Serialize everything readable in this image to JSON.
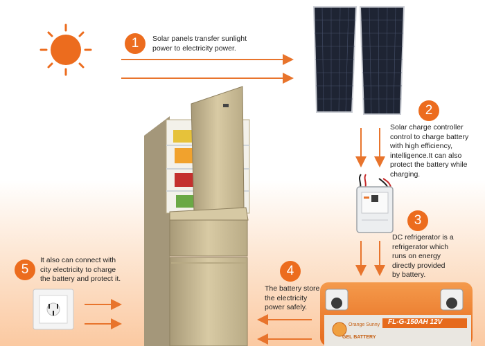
{
  "colors": {
    "accent": "#ec6c1e",
    "arrow": "#e8742c",
    "background_bottom": "#fbc9a1"
  },
  "steps": [
    {
      "number": "1",
      "text": "Solar panels transfer sunlight\npower to electricity power."
    },
    {
      "number": "2",
      "text": "Solar charge controller\ncontrol to charge battery\nwith high efficiency,\nintelligence.It can also\nprotect the battery while\ncharging."
    },
    {
      "number": "3",
      "text": "DC refrigerator is a\nrefrigerator which\nruns on energy\ndirectly provided\nby battery."
    },
    {
      "number": "4",
      "text": "The battery store\nthe electricity\npower safely."
    },
    {
      "number": "5",
      "text": "It also can connect with\ncity electricity to charge\nthe battery and protect it."
    }
  ],
  "battery": {
    "model_label": "FL-G-150AH 12V",
    "type_label": "GEL BATTERY",
    "brand_label": "Orange Sunny"
  },
  "icons": [
    "sun-icon",
    "solar-panel-icon",
    "charge-controller-icon",
    "refrigerator-icon",
    "battery-icon",
    "wall-socket-icon"
  ]
}
